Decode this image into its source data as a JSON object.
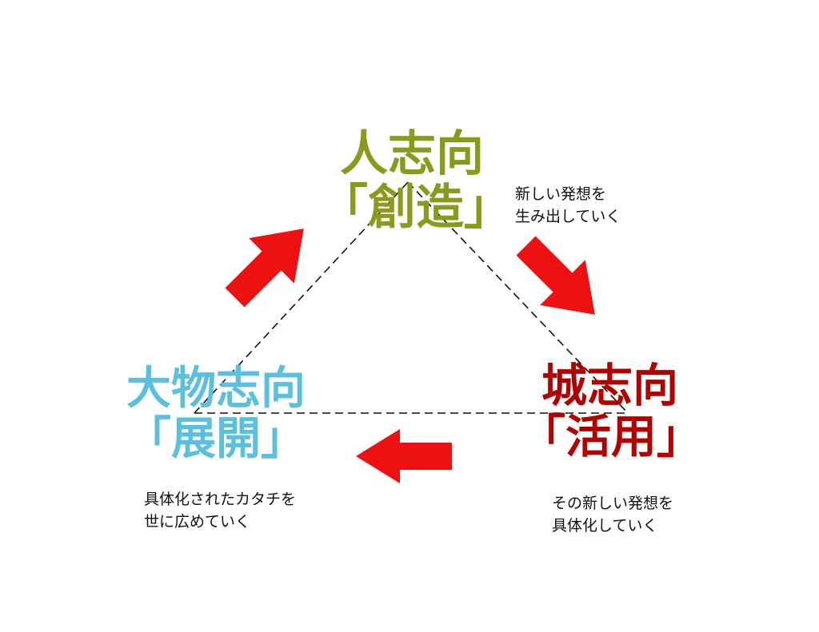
{
  "colors": {
    "human": "#8a9a1b",
    "object": "#5bc0dd",
    "castle": "#b20000",
    "arrow": "#ee1111",
    "line": "#111111"
  },
  "nodes": {
    "top": {
      "title": "人志向",
      "subtitle": "「創造」"
    },
    "left": {
      "title": "大物志向",
      "subtitle": "「展開」"
    },
    "right": {
      "title": "城志向",
      "subtitle": "「活用」"
    }
  },
  "notes": {
    "top": {
      "line1": "新しい発想を",
      "line2": "生み出していく"
    },
    "left": {
      "line1": "具体化されたカタチを",
      "line2": "世に広めていく"
    },
    "right": {
      "line1": "その新しい発想を",
      "line2": "具体化していく"
    }
  },
  "arrows": {
    "left_to_top": "arrow-right-up-icon",
    "top_to_right": "arrow-right-down-icon",
    "right_to_left": "arrow-left-icon"
  }
}
